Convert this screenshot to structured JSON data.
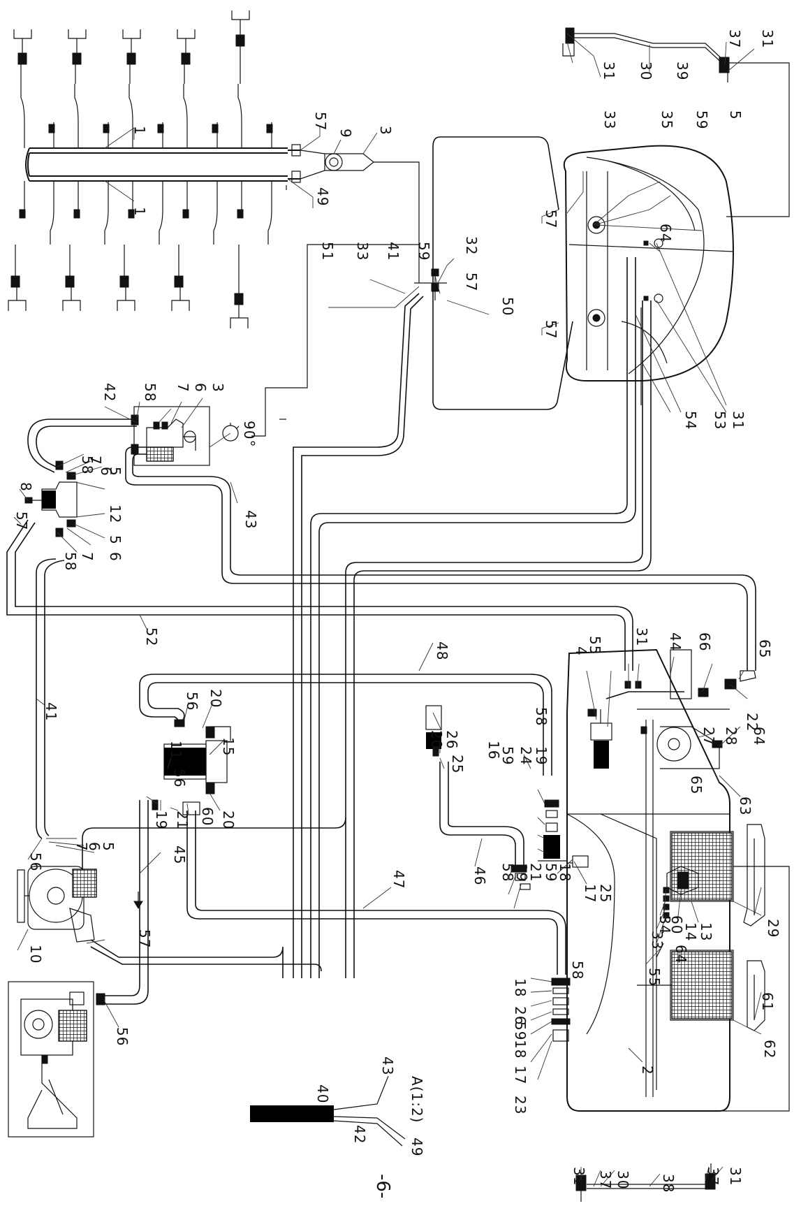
{
  "page": {
    "number": "-6-"
  },
  "labels": {
    "n1a": "1",
    "n1b": "1",
    "n3a": "3",
    "n9": "9",
    "n57a": "57",
    "n49a": "49",
    "n33a": "33",
    "n35": "35",
    "n59a": "59",
    "n5a": "5",
    "n57b": "57",
    "n64a": "64",
    "n31a": "31",
    "n30a": "30",
    "n39": "39",
    "n37a": "37",
    "n31b": "31",
    "n51": "51",
    "n33b": "33",
    "n41a": "41",
    "n59b": "59",
    "n32": "32",
    "n57c": "57",
    "n50": "50",
    "n57d": "57",
    "n54": "54",
    "n53": "53",
    "n31c": "31",
    "n42": "42",
    "n58a": "58",
    "n7a": "7",
    "n6a": "6",
    "n3b": "3",
    "n90": "90°",
    "n58b": "58",
    "n7b": "7",
    "n6b": "6",
    "n5b": "5",
    "n8": "8",
    "n57e": "57",
    "n12": "12",
    "n5c": "5",
    "n6c": "6",
    "n7c": "7",
    "n58c": "58",
    "n43": "43",
    "n52": "52",
    "n41b": "41",
    "n7d": "7",
    "n6d": "6",
    "n5d": "5",
    "n56a": "56",
    "n10": "10",
    "n57f": "57",
    "n45": "45",
    "n56b": "56",
    "n11": "11",
    "n56c": "56",
    "n20a": "20",
    "n15": "15",
    "n19a": "19",
    "n21a": "21",
    "n60a": "60",
    "n20b": "20",
    "n48": "48",
    "n47": "47",
    "n20c": "20",
    "n26a": "26",
    "n25a": "25",
    "n16": "16",
    "n59c": "59",
    "n24": "24",
    "n19b": "19",
    "n58d": "58",
    "n46": "46",
    "n58e": "58",
    "n19c": "19",
    "n21b": "21",
    "n59d": "59",
    "n18a": "18",
    "n17a": "17",
    "n25b": "25",
    "n58f": "58",
    "n18b": "18",
    "n26b": "26",
    "n59e": "59",
    "n18c": "18",
    "n17b": "17",
    "n23": "23",
    "n4": "4",
    "n55a": "55",
    "n31d": "31",
    "n44": "44",
    "n66": "66",
    "n65a": "65",
    "n22": "22",
    "n27": "27",
    "n28": "28",
    "n65b": "65",
    "n63": "63",
    "n64b": "64",
    "n13": "13",
    "n14": "14",
    "n60b": "60",
    "n34": "34",
    "n33c": "33",
    "n64c": "64",
    "n55b": "55",
    "n29": "29",
    "n62": "62",
    "n61": "61",
    "n2": "2",
    "n31e": "31",
    "n37b": "37",
    "n30b": "30",
    "n38": "38",
    "n37c": "37",
    "n31f": "31",
    "n40": "40",
    "n43b": "43",
    "n42b": "42",
    "detailA": "A(1:2)",
    "n49b": "49"
  }
}
